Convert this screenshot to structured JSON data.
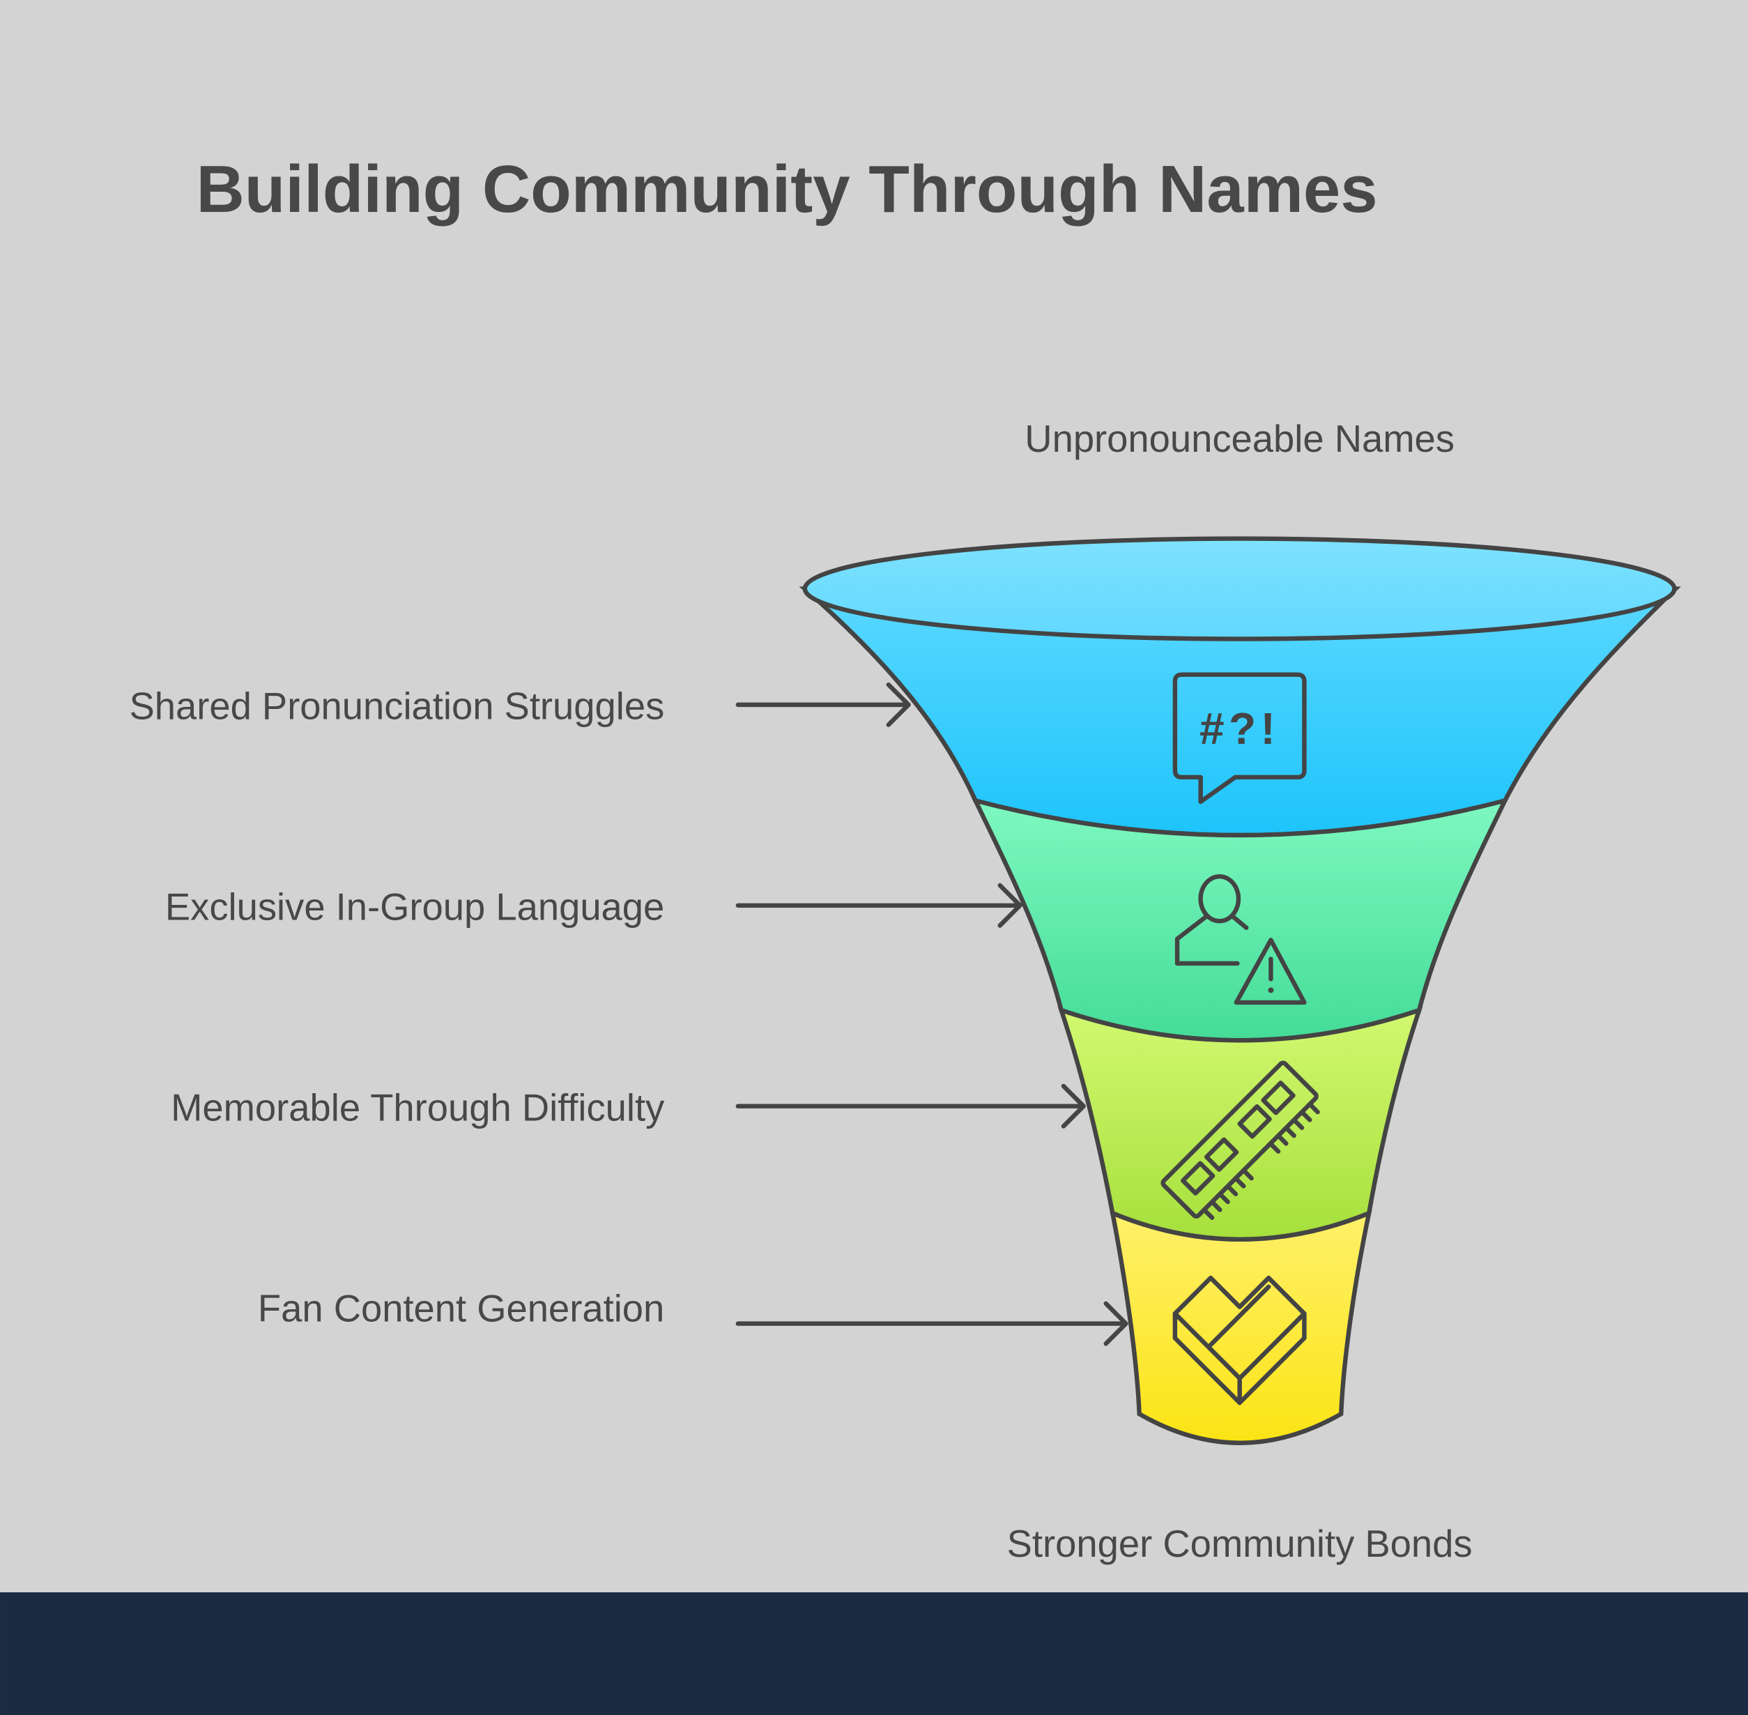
{
  "title": "Building Community Through Names",
  "funnel": {
    "top_label": "Unpronounceable Names",
    "bottom_label": "Stronger Community Bonds",
    "stages": [
      {
        "label": "Shared Pronunciation Struggles",
        "icon": "speech-bubble-symbols-icon",
        "color_top": "#5ad8ff",
        "color_bottom": "#1ec4fb"
      },
      {
        "label": "Exclusive In-Group Language",
        "icon": "user-warning-icon",
        "color_top": "#7ef8c0",
        "color_bottom": "#44dc98"
      },
      {
        "label": "Memorable Through Difficulty",
        "icon": "memory-chip-icon",
        "color_top": "#d2f870",
        "color_bottom": "#a6e03c"
      },
      {
        "label": "Fan Content Generation",
        "icon": "heart-outline-icon",
        "color_top": "#fff06a",
        "color_bottom": "#fbe414"
      }
    ]
  },
  "colors": {
    "background": "#d3d3d3",
    "footer": "#1b2b42",
    "text": "#484848"
  }
}
